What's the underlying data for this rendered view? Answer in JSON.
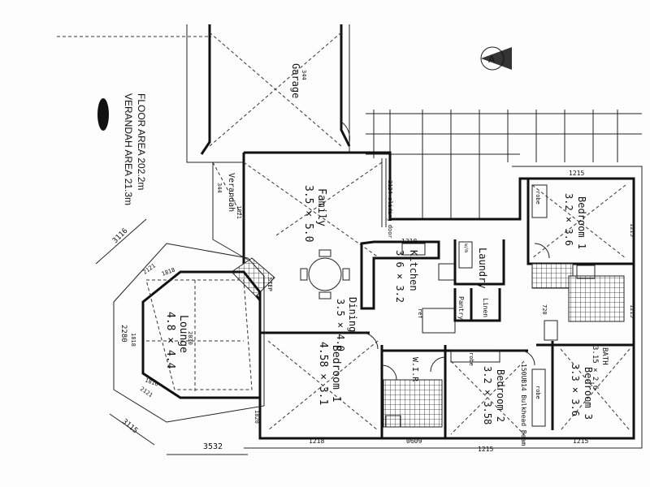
{
  "title": {
    "floor_area": "FLOOR AREA 202.2m",
    "verandah_area": "VERANDAH AREA 21.3m"
  },
  "north_marker": "A",
  "rooms": {
    "garage": "Garage",
    "garage_code": "344",
    "verandah": "Verandah",
    "verandah_code": "344",
    "family": "Family",
    "family_dim": "3.5 × 5.0",
    "kitchen": "Kitchen",
    "kitchen_dim": "3.6 × 3.2",
    "dining": "Dining",
    "dining_dim": "3.5 × 4.0",
    "lounge": "Lounge",
    "lounge_dim": "4.8 × 4.4",
    "bedroom1": "Bedroom 1",
    "bedroom1_dim": "4.58 × 3.1",
    "bedroom1b": "Bedroom 1",
    "bedroom1b_dim": "3.2 × 3.6",
    "bedroom2": "Bedroom 2",
    "bedroom2_dim": "3.2 × 3.58",
    "bedroom3": "Bedroom 3",
    "bedroom3_dim": "3.3 × 3.6",
    "bath": "BATH",
    "bath_dim": "3.15 × 2.6",
    "laundry": "Laundry",
    "pantry": "Pantry",
    "linen": "Linen",
    "wir": "W.I.R",
    "robe1": "robe",
    "robe2": "robe",
    "robe3": "robe",
    "step": "STEP",
    "ref": "ref",
    "wm": "w/m"
  },
  "notes": {
    "sliding_door": "2124 sliding door",
    "beam": "150UB14 Bulkhead Beam",
    "lounge_code": "2030"
  },
  "dimensions": {
    "d3116": "3116",
    "d3115": "3115",
    "d2280": "2280",
    "d3532": "3532",
    "d1218a": "1218",
    "d1218b": "1218",
    "d1215a": "1215",
    "d1215b": "1215",
    "d1215c": "1215",
    "d1215d": "1215",
    "d1215e": "1215",
    "d2121a": "2121",
    "d2121b": "2121",
    "d1818a": "1818",
    "d1818b": "1818",
    "d1816": "1816",
    "d1821": "1821",
    "d1820": "1820",
    "d0609": "0609",
    "d720": "720"
  }
}
